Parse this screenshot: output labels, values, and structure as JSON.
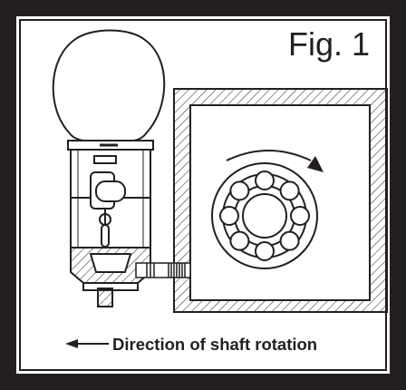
{
  "figure": {
    "label": "Fig. 1",
    "caption": "Direction of shaft rotation",
    "colors": {
      "ink": "#231f20",
      "background": "#ffffff",
      "outer_frame": "#231f20"
    }
  },
  "diagram": {
    "parts": [
      "oiler-reservoir",
      "oiler-body",
      "oiler-fitting",
      "connecting-pipe",
      "bearing-housing",
      "ball-bearing"
    ],
    "bearing_ball_count": 8,
    "arrows": [
      "rotation-arrow",
      "direction-arrow"
    ]
  }
}
